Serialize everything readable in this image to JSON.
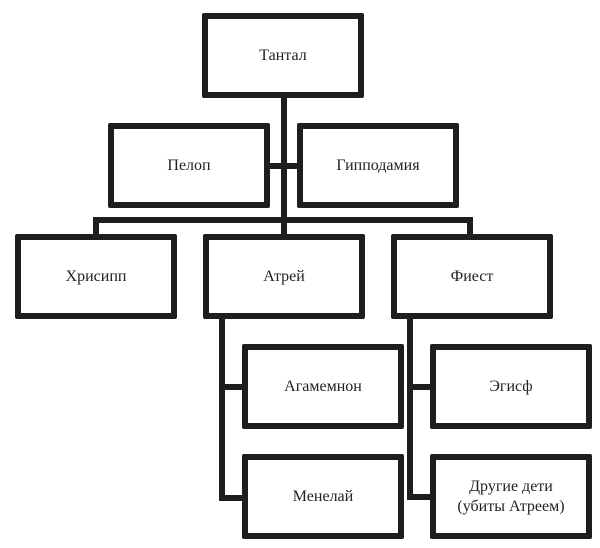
{
  "diagram": {
    "type": "family-tree",
    "nodes": {
      "tantalus": {
        "label": "Тантал"
      },
      "pelops": {
        "label": "Пелоп"
      },
      "hippodamia": {
        "label": "Гипподамия"
      },
      "chrysippus": {
        "label": "Хрисипп"
      },
      "atreus": {
        "label": "Атрей"
      },
      "thyestes": {
        "label": "Фиест"
      },
      "agamemnon": {
        "label": "Агамемнон"
      },
      "menelaus": {
        "label": "Менелай"
      },
      "aegisthus": {
        "label": "Эгисф"
      },
      "other_children": {
        "label": "Другие дети\n(убиты Атреем)"
      }
    },
    "edges": [
      {
        "from": "tantalus",
        "to": "pelops"
      },
      {
        "from": "pelops",
        "to": "hippodamia",
        "relation": "spouse"
      },
      {
        "from": "pelops",
        "to": "chrysippus"
      },
      {
        "from": "pelops",
        "to": "atreus"
      },
      {
        "from": "pelops",
        "to": "thyestes"
      },
      {
        "from": "atreus",
        "to": "agamemnon"
      },
      {
        "from": "atreus",
        "to": "menelaus"
      },
      {
        "from": "thyestes",
        "to": "aegisthus"
      },
      {
        "from": "thyestes",
        "to": "other_children"
      }
    ]
  }
}
